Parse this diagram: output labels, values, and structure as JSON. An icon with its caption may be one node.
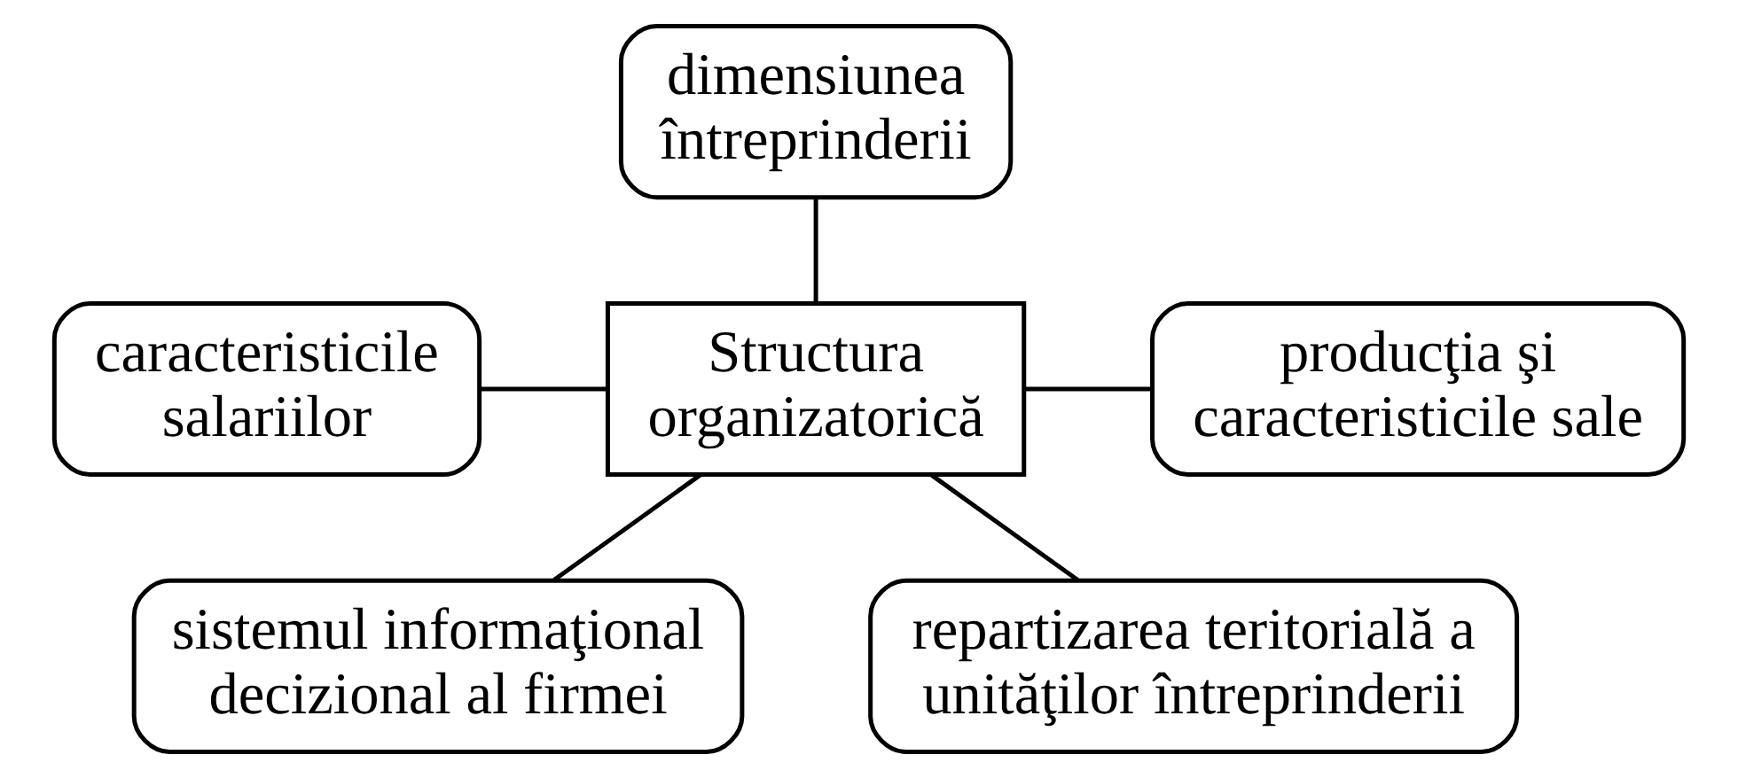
{
  "diagram": {
    "nodes": [
      {
        "text": [
          "Structura organizatorică"
        ]
      },
      {
        "text": [
          "dimensiunea întreprinderii"
        ]
      },
      {
        "text": [
          "caracteristicile salariilor"
        ]
      },
      {
        "text": [
          "producţia şi caracteristicile sale"
        ]
      },
      {
        "text": [
          "sistemul informaţional decizional al firmei"
        ]
      },
      {
        "text": [
          "repartizarea teritorială a unităţilor întreprinderii"
        ]
      }
    ],
    "edges": [
      {
        "from": 1,
        "to": 0,
        "arrow": "none"
      },
      {
        "from": 2,
        "to": 0,
        "arrow": "none"
      },
      {
        "from": 0,
        "to": 3,
        "arrow": "none"
      },
      {
        "from": 0,
        "to": 4,
        "arrow": "none"
      },
      {
        "from": 0,
        "to": 5,
        "arrow": "none"
      }
    ]
  }
}
